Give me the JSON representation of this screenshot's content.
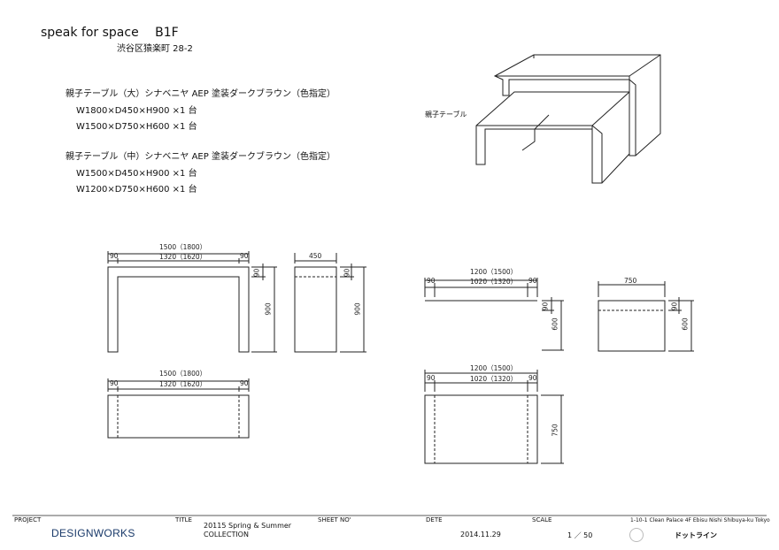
{
  "header": {
    "title": "speak for space　 B1F",
    "address": "渋谷区猿楽町 28-2"
  },
  "specs": [
    {
      "name": "親子テーブル（大）シナベニヤ AEP 塗装ダークブラウン（色指定）",
      "lines": [
        "W1800×D450×H900 ×1 台",
        "W1500×D750×H600 ×1 台"
      ]
    },
    {
      "name": "親子テーブル（中）シナベニヤ AEP 塗装ダークブラウン（色指定）",
      "lines": [
        "W1500×D450×H900 ×1 台",
        "W1200×D750×H600 ×1 台"
      ]
    }
  ],
  "perspective_label": "親子テーブル",
  "dims": {
    "d1500_1800": "1500（1800）",
    "d1320_1620": "1320（1620）",
    "d1200_1500": "1200（1500）",
    "d1020_1320": "1020（1320）",
    "d90": "90",
    "d450": "450",
    "d750": "750",
    "d900": "900",
    "d600": "600"
  },
  "footer": {
    "project_label": "PROJECT",
    "brand": "DESIGNWORKS",
    "title_label": "TITLE",
    "title_line1": "20115 Spring & Summer",
    "title_line2": "COLLECTION",
    "sheet_label": "SHEET NO'",
    "date_label": "DETE",
    "date_value": "2014.11.29",
    "scale_label": "SCALE",
    "scale_value": "1 ／ 50",
    "address": "1-10-1 Clean Palace 4F Ebisu Nishi Shibuya-ku Tokyo",
    "logo_text": "ドットライン"
  },
  "colors": {
    "line": "#222222",
    "brand": "#1a3a6a"
  }
}
